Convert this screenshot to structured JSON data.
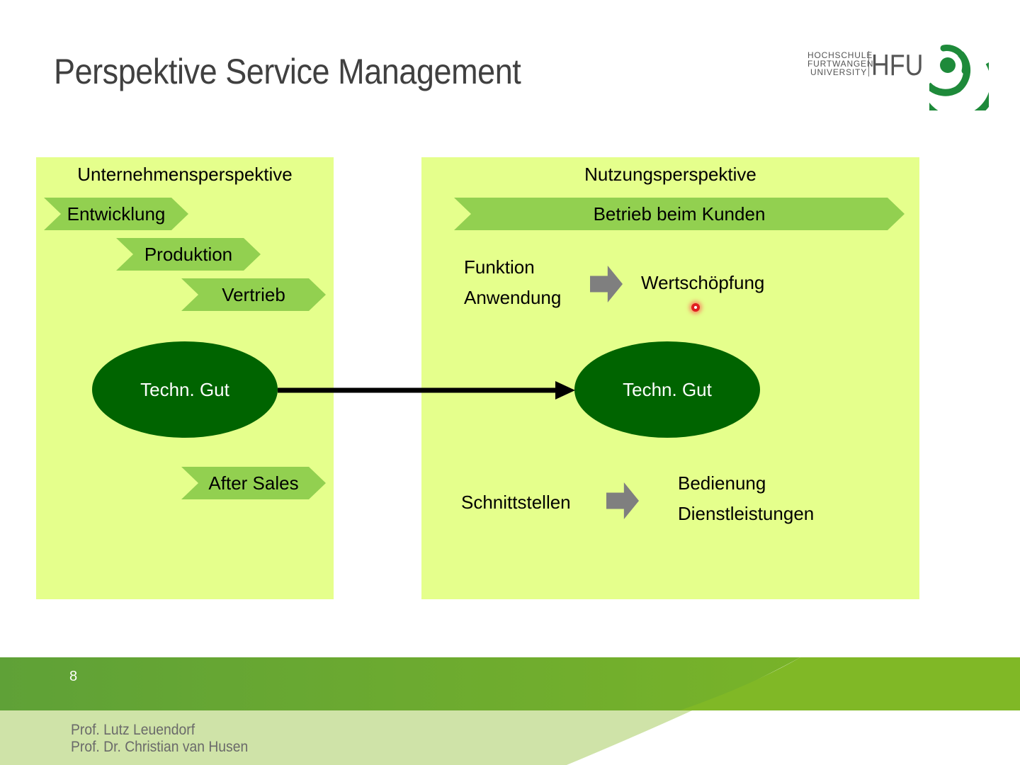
{
  "slide": {
    "title": "Perspektive Service Management",
    "page_number": "8"
  },
  "logo": {
    "line1": "HOCHSCHULE",
    "line2": "FURTWANGEN",
    "line3": "UNIVERSITY",
    "abbr": "HFU"
  },
  "left_panel": {
    "heading": "Unternehmensperspektive",
    "steps": [
      "Entwicklung",
      "Produktion",
      "Vertrieb"
    ],
    "after_sales": "After Sales",
    "node": "Techn. Gut"
  },
  "right_panel": {
    "heading": "Nutzungsperspektive",
    "banner": "Betrieb beim Kunden",
    "functions": [
      "Funktion",
      "Anwendung"
    ],
    "value_creation": "Wertschöpfung",
    "node": "Techn. Gut",
    "interfaces": "Schnittstellen",
    "services": [
      "Bedienung",
      "Dienstleistungen"
    ]
  },
  "footer": {
    "authors": [
      "Prof. Lutz Leuendorf",
      "Prof. Dr. Christian van Husen"
    ]
  },
  "colors": {
    "panel": "#e5ff8c",
    "chevron": "#92d050",
    "oval": "#006400",
    "footer_band": "#6aae35",
    "footer_light": "#c8dfa0",
    "logo_green": "#1e8a3a"
  },
  "icons": {
    "logo_mark": "hfu-logo-icon",
    "gray_arrow": "block-arrow-right-icon",
    "pointer": "laser-pointer-icon"
  }
}
